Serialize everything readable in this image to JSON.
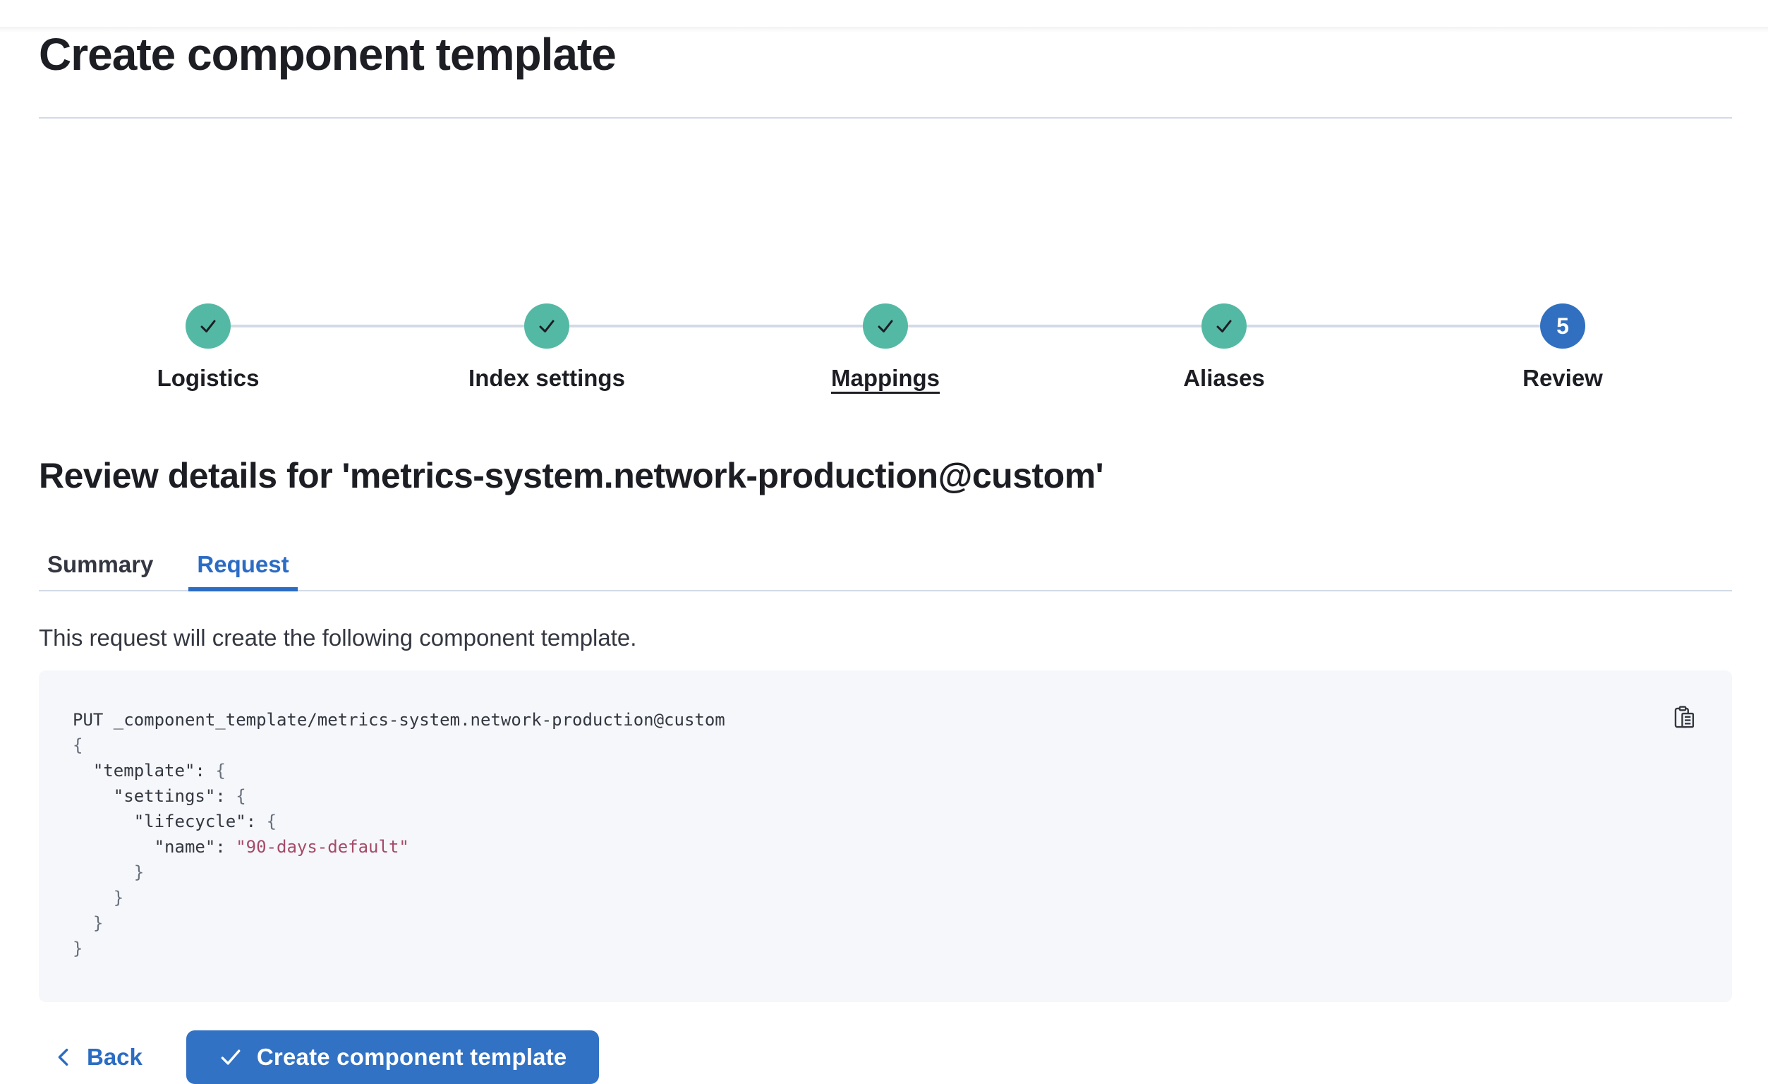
{
  "page": {
    "title": "Create component template",
    "review_heading": "Review details for 'metrics-system.network-production@custom'",
    "request_description": "This request will create the following component template."
  },
  "stepper": {
    "steps": [
      {
        "label": "Logistics",
        "status": "complete"
      },
      {
        "label": "Index settings",
        "status": "complete"
      },
      {
        "label": "Mappings",
        "status": "complete",
        "underlined": true
      },
      {
        "label": "Aliases",
        "status": "complete"
      },
      {
        "label": "Review",
        "status": "current",
        "number": "5"
      }
    ]
  },
  "tabs": [
    {
      "label": "Summary",
      "active": false
    },
    {
      "label": "Request",
      "active": true
    }
  ],
  "code_block": {
    "copy_icon": "clipboard-copy-icon",
    "lines": [
      {
        "tokens": [
          {
            "text": "PUT _component_template/metrics-system.network-production@custom",
            "type": "plain"
          }
        ]
      },
      {
        "tokens": [
          {
            "text": "{",
            "type": "punct"
          }
        ]
      },
      {
        "tokens": [
          {
            "text": "  ",
            "type": "plain"
          },
          {
            "text": "\"template\"",
            "type": "key"
          },
          {
            "text": ": ",
            "type": "plain"
          },
          {
            "text": "{",
            "type": "punct"
          }
        ]
      },
      {
        "tokens": [
          {
            "text": "    ",
            "type": "plain"
          },
          {
            "text": "\"settings\"",
            "type": "key"
          },
          {
            "text": ": ",
            "type": "plain"
          },
          {
            "text": "{",
            "type": "punct"
          }
        ]
      },
      {
        "tokens": [
          {
            "text": "      ",
            "type": "plain"
          },
          {
            "text": "\"lifecycle\"",
            "type": "key"
          },
          {
            "text": ": ",
            "type": "plain"
          },
          {
            "text": "{",
            "type": "punct"
          }
        ]
      },
      {
        "tokens": [
          {
            "text": "        ",
            "type": "plain"
          },
          {
            "text": "\"name\"",
            "type": "key"
          },
          {
            "text": ": ",
            "type": "plain"
          },
          {
            "text": "\"90-days-default\"",
            "type": "string"
          }
        ]
      },
      {
        "tokens": [
          {
            "text": "      }",
            "type": "punct"
          }
        ]
      },
      {
        "tokens": [
          {
            "text": "    }",
            "type": "punct"
          }
        ]
      },
      {
        "tokens": [
          {
            "text": "  }",
            "type": "punct"
          }
        ]
      },
      {
        "tokens": [
          {
            "text": "}",
            "type": "punct"
          }
        ]
      }
    ]
  },
  "footer": {
    "back_label": "Back",
    "create_button_label": "Create component template"
  },
  "colors": {
    "accent_blue": "#2B6CC4",
    "button_blue": "#3272C4",
    "step_complete_teal": "#54B9A4",
    "step_current_blue": "#3170C0",
    "divider_gray": "#D3DAE6",
    "code_background": "#F5F7FA",
    "code_text": "#343741",
    "code_punctuation": "#69707D",
    "code_string": "#A64A68"
  }
}
